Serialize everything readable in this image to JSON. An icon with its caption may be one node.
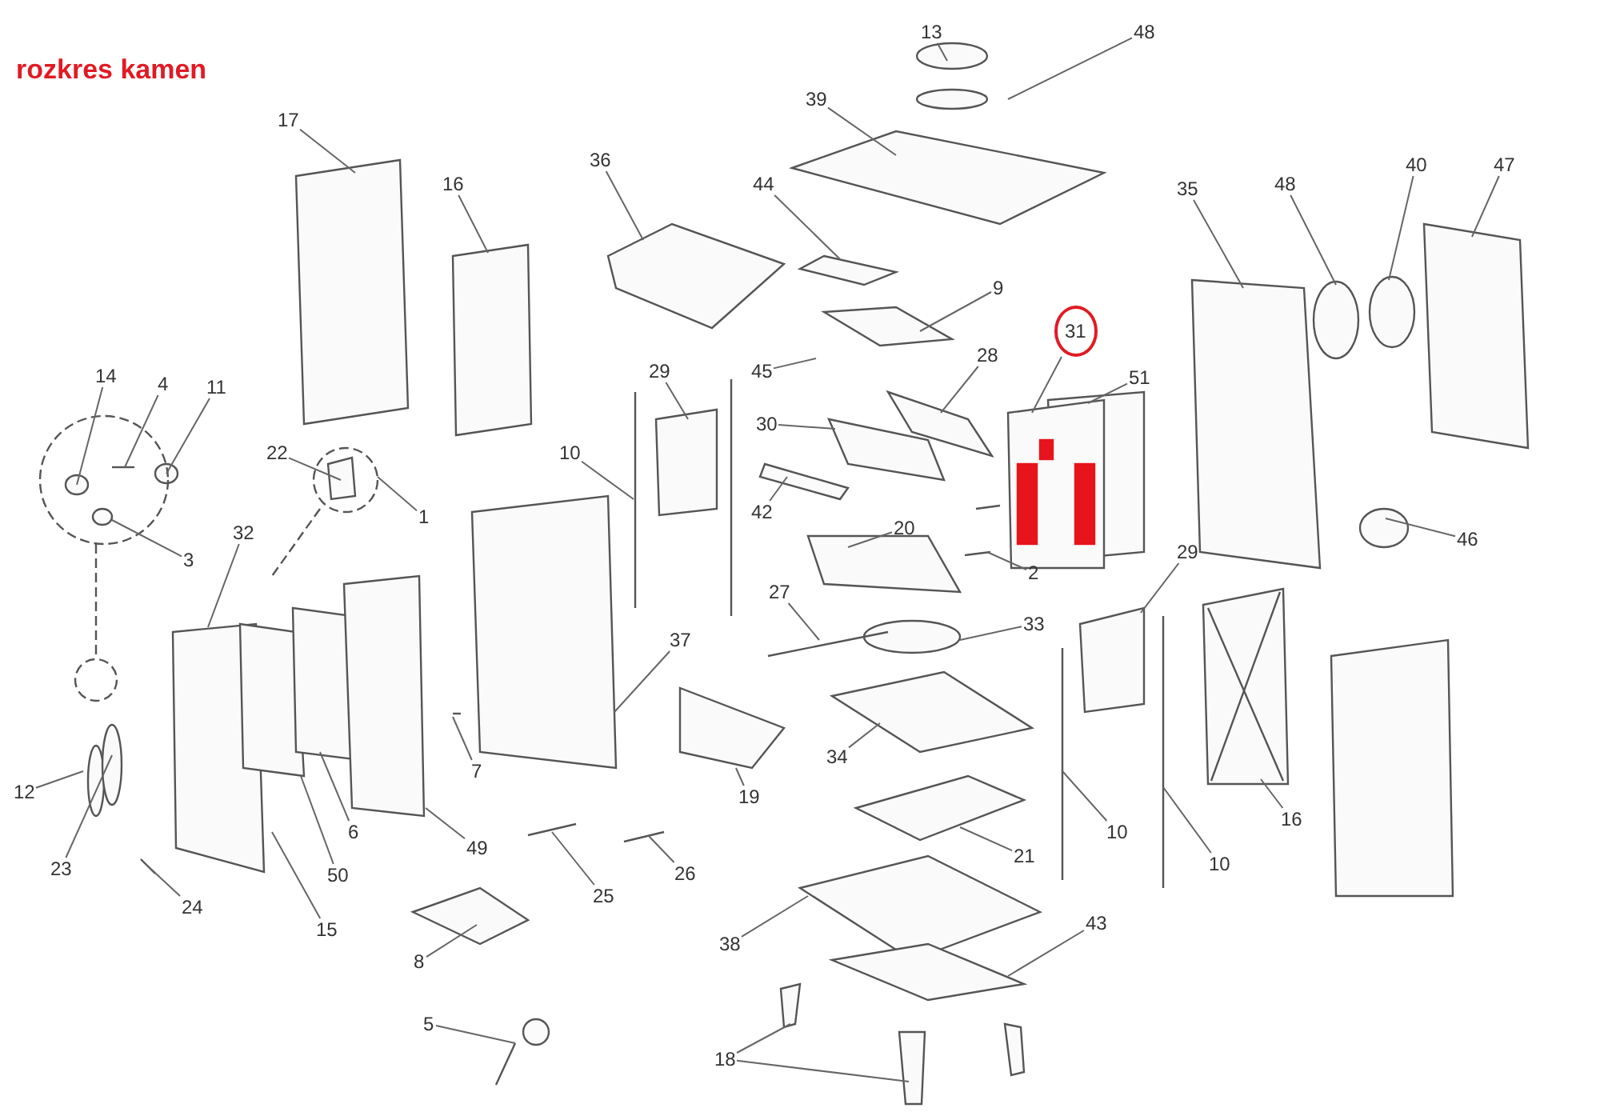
{
  "diagram": {
    "title": "rozkres kamen",
    "nodes": [
      {
        "text": [
          "13"
        ]
      },
      {
        "text": [
          "48"
        ]
      },
      {
        "text": [
          "39"
        ]
      },
      {
        "text": [
          "17"
        ]
      },
      {
        "text": [
          "36"
        ]
      },
      {
        "text": [
          "16"
        ]
      },
      {
        "text": [
          "44"
        ]
      },
      {
        "text": [
          "35"
        ]
      },
      {
        "text": [
          "48"
        ]
      },
      {
        "text": [
          "40"
        ]
      },
      {
        "text": [
          "47"
        ]
      },
      {
        "text": [
          "9"
        ]
      },
      {
        "text": [
          "31"
        ]
      },
      {
        "text": [
          "51"
        ]
      },
      {
        "text": [
          "29"
        ]
      },
      {
        "text": [
          "45"
        ]
      },
      {
        "text": [
          "28"
        ]
      },
      {
        "text": [
          "14"
        ]
      },
      {
        "text": [
          "4"
        ]
      },
      {
        "text": [
          "11"
        ]
      },
      {
        "text": [
          "22"
        ]
      },
      {
        "text": [
          "10"
        ]
      },
      {
        "text": [
          "30"
        ]
      },
      {
        "text": [
          "1"
        ]
      },
      {
        "text": [
          "42"
        ]
      },
      {
        "text": [
          "20"
        ]
      },
      {
        "text": [
          "32"
        ]
      },
      {
        "text": [
          "3"
        ]
      },
      {
        "text": [
          "46"
        ]
      },
      {
        "text": [
          "2"
        ]
      },
      {
        "text": [
          "29"
        ]
      },
      {
        "text": [
          "27"
        ]
      },
      {
        "text": [
          "33"
        ]
      },
      {
        "text": [
          "37"
        ]
      },
      {
        "text": [
          "12"
        ]
      },
      {
        "text": [
          "34"
        ]
      },
      {
        "text": [
          "19"
        ]
      },
      {
        "text": [
          "7"
        ]
      },
      {
        "text": [
          "6"
        ]
      },
      {
        "text": [
          "49"
        ]
      },
      {
        "text": [
          "16"
        ]
      },
      {
        "text": [
          "10"
        ]
      },
      {
        "text": [
          "10"
        ]
      },
      {
        "text": [
          "23"
        ]
      },
      {
        "text": [
          "50"
        ]
      },
      {
        "text": [
          "21"
        ]
      },
      {
        "text": [
          "26"
        ]
      },
      {
        "text": [
          "25"
        ]
      },
      {
        "text": [
          "15"
        ]
      },
      {
        "text": [
          "24"
        ]
      },
      {
        "text": [
          "38"
        ]
      },
      {
        "text": [
          "43"
        ]
      },
      {
        "text": [
          "8"
        ]
      },
      {
        "text": [
          "5"
        ]
      },
      {
        "text": [
          "18"
        ]
      }
    ],
    "edges": [
      {
        "from": 0,
        "to": null,
        "arrow": "none"
      },
      {
        "from": 1,
        "to": null,
        "arrow": "none"
      },
      {
        "from": 2,
        "to": null,
        "arrow": "none"
      },
      {
        "from": 3,
        "to": null,
        "arrow": "none"
      },
      {
        "from": 4,
        "to": null,
        "arrow": "none"
      },
      {
        "from": 5,
        "to": null,
        "arrow": "none"
      },
      {
        "from": 6,
        "to": null,
        "arrow": "none"
      },
      {
        "from": 7,
        "to": null,
        "arrow": "none"
      },
      {
        "from": 8,
        "to": null,
        "arrow": "none"
      },
      {
        "from": 9,
        "to": null,
        "arrow": "none"
      },
      {
        "from": 10,
        "to": null,
        "arrow": "none"
      },
      {
        "from": 11,
        "to": null,
        "arrow": "none"
      },
      {
        "from": 12,
        "to": null,
        "arrow": "none"
      },
      {
        "from": 13,
        "to": null,
        "arrow": "none"
      },
      {
        "from": 14,
        "to": null,
        "arrow": "none"
      },
      {
        "from": 15,
        "to": null,
        "arrow": "none"
      },
      {
        "from": 16,
        "to": null,
        "arrow": "none"
      },
      {
        "from": 17,
        "to": null,
        "arrow": "none"
      },
      {
        "from": 18,
        "to": null,
        "arrow": "none"
      },
      {
        "from": 19,
        "to": null,
        "arrow": "none"
      },
      {
        "from": 20,
        "to": null,
        "arrow": "none"
      },
      {
        "from": 21,
        "to": null,
        "arrow": "none"
      },
      {
        "from": 22,
        "to": null,
        "arrow": "none"
      },
      {
        "from": 23,
        "to": null,
        "arrow": "none"
      },
      {
        "from": 24,
        "to": null,
        "arrow": "none"
      },
      {
        "from": 25,
        "to": null,
        "arrow": "none"
      },
      {
        "from": 26,
        "to": null,
        "arrow": "none"
      },
      {
        "from": 27,
        "to": null,
        "arrow": "none"
      },
      {
        "from": 28,
        "to": null,
        "arrow": "none"
      },
      {
        "from": 29,
        "to": null,
        "arrow": "none"
      },
      {
        "from": 30,
        "to": null,
        "arrow": "none"
      },
      {
        "from": 31,
        "to": null,
        "arrow": "none"
      },
      {
        "from": 32,
        "to": null,
        "arrow": "none"
      },
      {
        "from": 33,
        "to": null,
        "arrow": "none"
      },
      {
        "from": 34,
        "to": null,
        "arrow": "none"
      },
      {
        "from": 35,
        "to": null,
        "arrow": "none"
      },
      {
        "from": 36,
        "to": null,
        "arrow": "none"
      },
      {
        "from": 37,
        "to": null,
        "arrow": "none"
      },
      {
        "from": 38,
        "to": null,
        "arrow": "none"
      },
      {
        "from": 39,
        "to": null,
        "arrow": "none"
      },
      {
        "from": 40,
        "to": null,
        "arrow": "none"
      },
      {
        "from": 41,
        "to": null,
        "arrow": "none"
      },
      {
        "from": 42,
        "to": null,
        "arrow": "none"
      },
      {
        "from": 43,
        "to": null,
        "arrow": "none"
      },
      {
        "from": 44,
        "to": null,
        "arrow": "none"
      },
      {
        "from": 45,
        "to": null,
        "arrow": "none"
      },
      {
        "from": 46,
        "to": null,
        "arrow": "none"
      },
      {
        "from": 47,
        "to": null,
        "arrow": "none"
      },
      {
        "from": 48,
        "to": null,
        "arrow": "none"
      },
      {
        "from": 49,
        "to": null,
        "arrow": "none"
      },
      {
        "from": 50,
        "to": null,
        "arrow": "none"
      },
      {
        "from": 51,
        "to": null,
        "arrow": "none"
      },
      {
        "from": 52,
        "to": null,
        "arrow": "none"
      },
      {
        "from": 53,
        "to": null,
        "arrow": "none"
      },
      {
        "from": 54,
        "to": null,
        "arrow": "none"
      },
      {
        "from": 54,
        "to": null,
        "arrow": "none"
      }
    ]
  }
}
